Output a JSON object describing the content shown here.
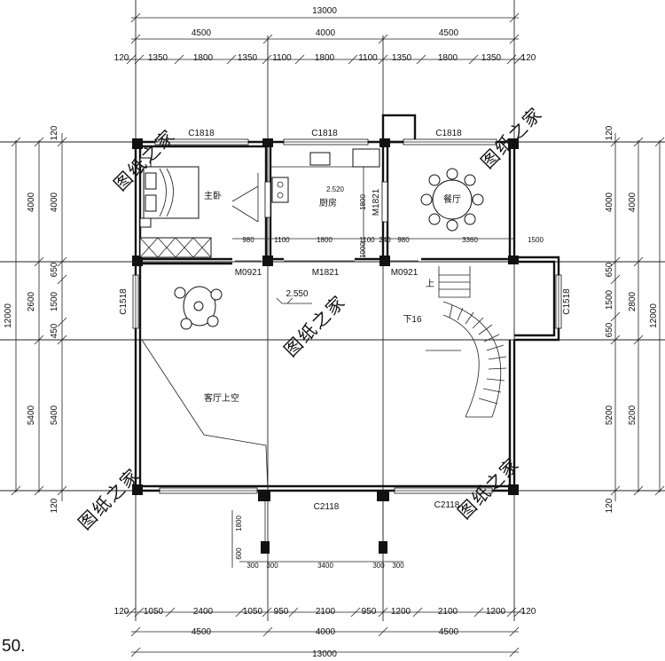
{
  "plan": {
    "top_dims": {
      "total": "13000",
      "bays": [
        "4500",
        "4000",
        "4500"
      ],
      "details": [
        "120",
        "1350",
        "1800",
        "1350",
        "1100",
        "1800",
        "1100",
        "1350",
        "1800",
        "1350",
        "120"
      ]
    },
    "bottom_dims": {
      "total": "13000",
      "bays": [
        "4500",
        "4000",
        "4500"
      ],
      "details": [
        "120",
        "1050",
        "2400",
        "1050",
        "950",
        "2100",
        "950",
        "1200",
        "2100",
        "1200",
        "120"
      ]
    },
    "left_dims": {
      "total": "12000",
      "rows": [
        "4000",
        "2600",
        "5400"
      ],
      "details": [
        "120",
        "4000",
        "650",
        "1500",
        "450",
        "5400",
        "120"
      ]
    },
    "right_dims": {
      "total": "12000",
      "rows": [
        "4000",
        "2800",
        "5200"
      ],
      "details": [
        "120",
        "4000",
        "650",
        "1500",
        "650",
        "5200",
        "120"
      ]
    },
    "inner_dims": [
      "980",
      "1100",
      "1800",
      "1100",
      "240",
      "980",
      "3360",
      "1500",
      "1800",
      "1000",
      "1800",
      "600",
      "300",
      "300",
      "3400",
      "300",
      "300"
    ],
    "windows": [
      "C1818",
      "C1818",
      "C1818",
      "C1518",
      "C1518",
      "C2118",
      "C2118"
    ],
    "doors": [
      "M0921",
      "M1821",
      "M0921",
      "M1821"
    ],
    "rooms": {
      "master_bedroom": "主卧",
      "kitchen": "厨房",
      "dining": "餐厅",
      "living_void": "客厅上空"
    },
    "elevations": [
      "2.520",
      "2.550"
    ],
    "stair": {
      "up": "上",
      "down": "下16"
    },
    "watermark": "图纸之家",
    "caption": "50."
  }
}
